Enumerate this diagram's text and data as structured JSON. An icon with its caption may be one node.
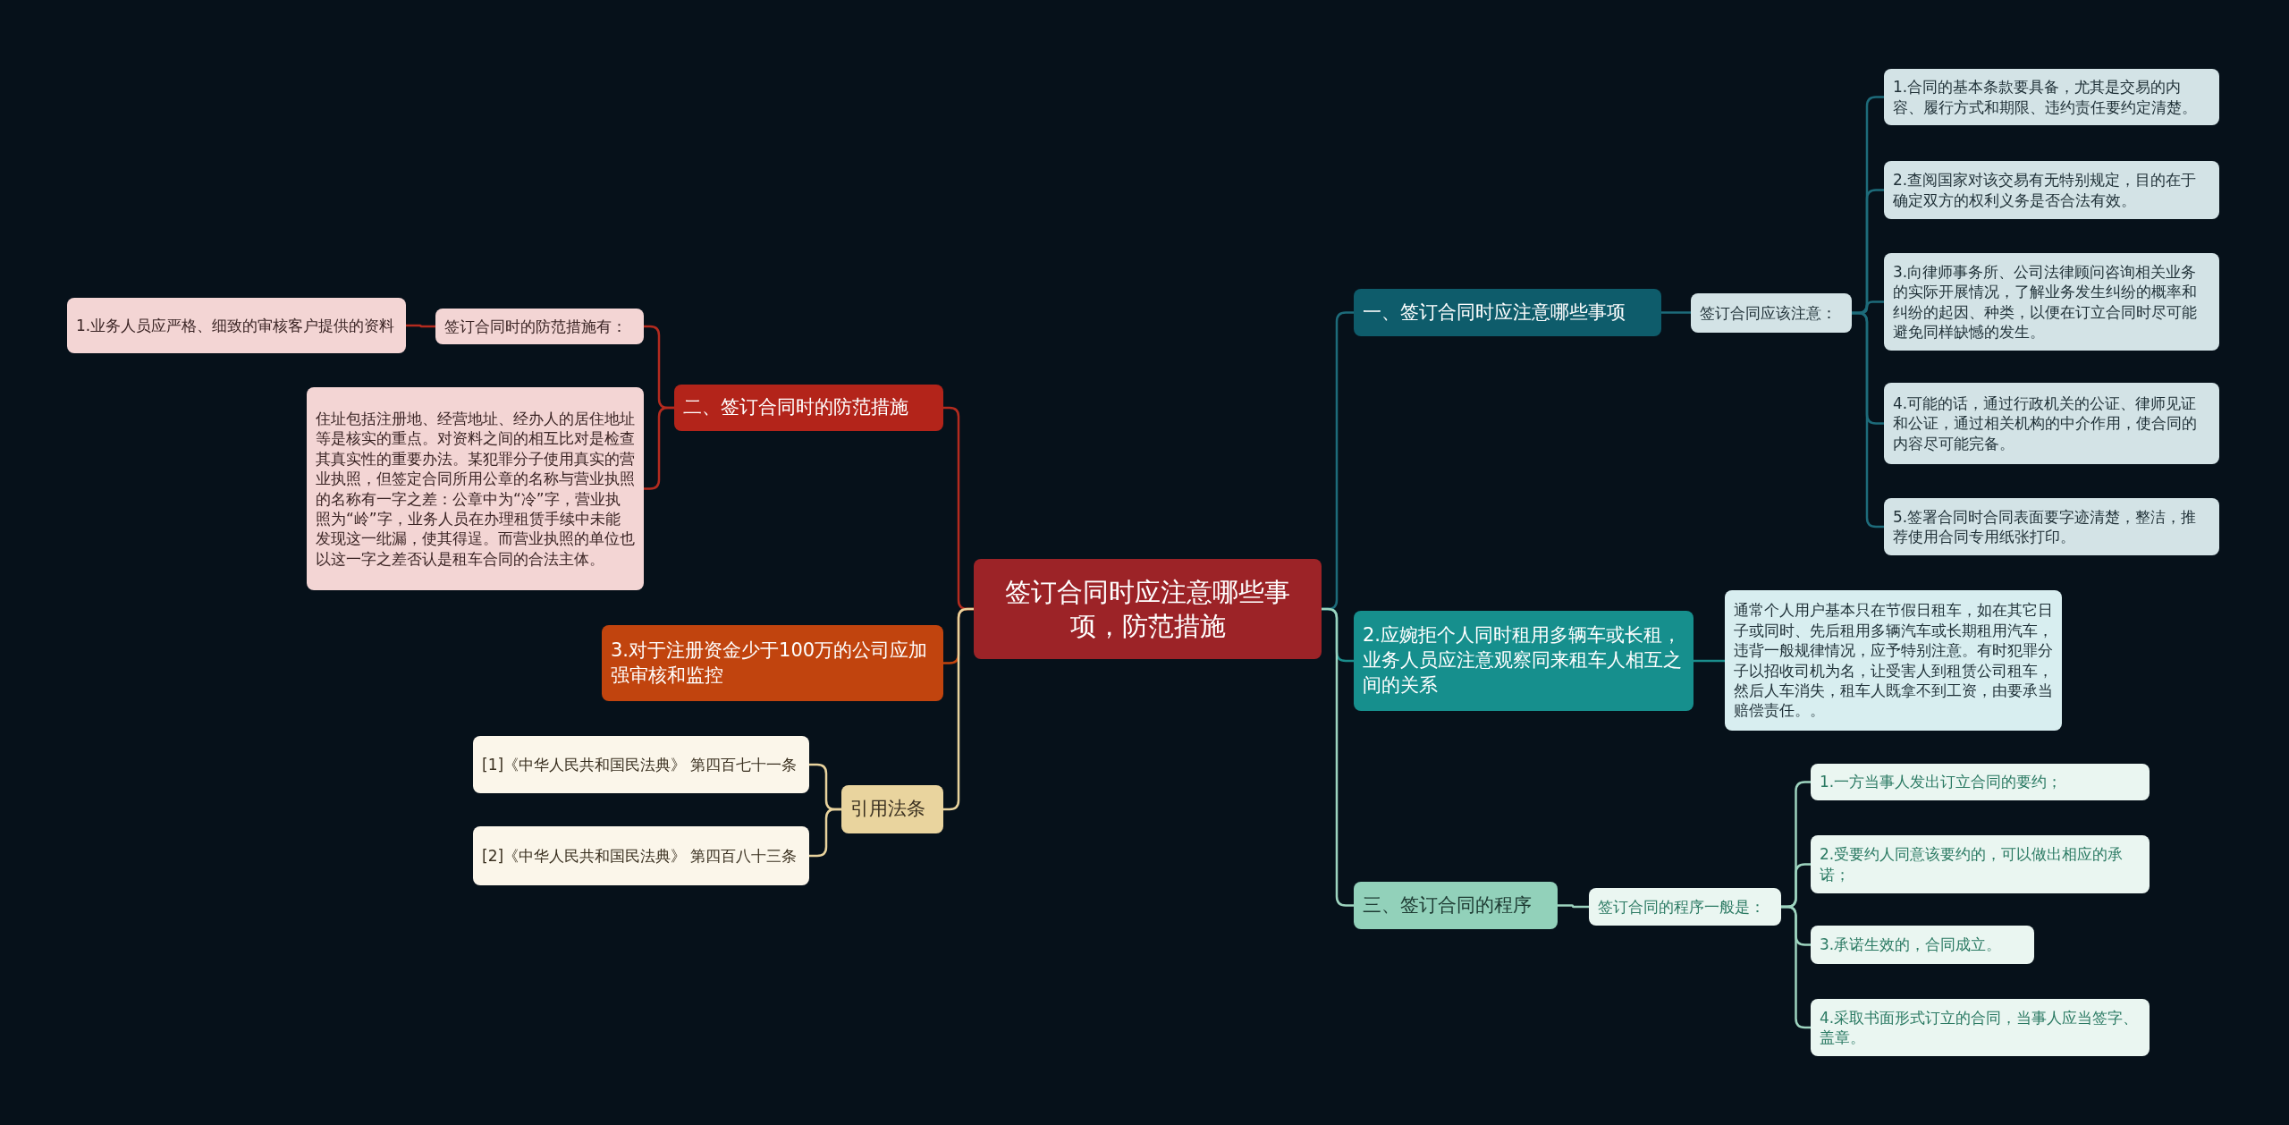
{
  "diagram": {
    "nodes": [
      {
        "text": [
          "签订合同时应注意哪些事项，防范措施"
        ]
      },
      {
        "text": [
          "一、签订合同时应注意哪些事项"
        ]
      },
      {
        "text": [
          "签订合同应该注意："
        ]
      },
      {
        "text": [
          "1.合同的基本条款要具备，尤其是交易的内容、履行方式和期限、违约责任要约定清楚。"
        ]
      },
      {
        "text": [
          "2.查阅国家对该交易有无特别规定，目的在于确定双方的权利义务是否合法有效。"
        ]
      },
      {
        "text": [
          "3.向律师事务所、公司法律顾问咨询相关业务的实际开展情况，了解业务发生纠纷的概率和纠纷的起因、种类，以便在订立合同时尽可能避免同样缺憾的发生。"
        ]
      },
      {
        "text": [
          "4.可能的话，通过行政机关的公证、律师见证和公证，通过相关机构的中介作用，使合同的内容尽可能完备。"
        ]
      },
      {
        "text": [
          "5.签署合同时合同表面要字迹清楚，整洁，推荐使用合同专用纸张打印。"
        ]
      },
      {
        "text": [
          "2.应婉拒个人同时租用多辆车或长租，业务人员应注意观察同来租车人相互之间的关系"
        ]
      },
      {
        "text": [
          "通常个人用户基本只在节假日租车，如在其它日子或同时、先后租用多辆汽车或长期租用汽车，违背一般规律情况，应予特别注意。有时犯罪分子以招收司机为名，让受害人到租赁公司租车，然后人车消失，租车人既拿不到工资，由要承当赔偿责任。。"
        ]
      },
      {
        "text": [
          "三、签订合同的程序"
        ]
      },
      {
        "text": [
          "签订合同的程序一般是："
        ]
      },
      {
        "text": [
          "1.一方当事人发出订立合同的要约；"
        ]
      },
      {
        "text": [
          "2.受要约人同意该要约的，可以做出相应的承诺；"
        ]
      },
      {
        "text": [
          "3.承诺生效的，合同成立。"
        ]
      },
      {
        "text": [
          "4.采取书面形式订立的合同，当事人应当签字、盖章。"
        ]
      },
      {
        "text": [
          "二、签订合同时的防范措施"
        ]
      },
      {
        "text": [
          "签订合同时的防范措施有："
        ]
      },
      {
        "text": [
          "1.业务人员应严格、细致的审核客户提供的资料"
        ]
      },
      {
        "text": [
          "住址包括注册地、经营地址、经办人的居住地址等是核实的重点。对资料之间的相互比对是检查其真实性的重要办法。某犯罪分子使用真实的营业执照，但签定合同所用公章的名称与营业执照的名称有一字之差：公章中为“冷”字，营业执照为“岭”字，业务人员在办理租赁手续中未能发现这一纰漏，使其得逞。而营业执照的单位也以这一字之差否认是租车合同的合法主体。"
        ]
      },
      {
        "text": [
          "3.对于注册资金少于100万的公司应加强审核和监控"
        ]
      },
      {
        "text": [
          "引用法条"
        ]
      },
      {
        "text": [
          "[1]《中华人民共和国民法典》 第四百七十一条"
        ]
      },
      {
        "text": [
          "[2]《中华人民共和国民法典》 第四百八十三条"
        ]
      }
    ],
    "edges": [
      {
        "from": 0,
        "to": 1,
        "arrow": "none",
        "color": "#1d6b7a"
      },
      {
        "from": 1,
        "to": 2,
        "arrow": "none",
        "color": "#1d6b7a"
      },
      {
        "from": 2,
        "to": 3,
        "arrow": "none",
        "color": "#1d6b7a"
      },
      {
        "from": 2,
        "to": 4,
        "arrow": "none",
        "color": "#1d6b7a"
      },
      {
        "from": 2,
        "to": 5,
        "arrow": "none",
        "color": "#1d6b7a"
      },
      {
        "from": 2,
        "to": 6,
        "arrow": "none",
        "color": "#1d6b7a"
      },
      {
        "from": 2,
        "to": 7,
        "arrow": "none",
        "color": "#1d6b7a"
      },
      {
        "from": 0,
        "to": 8,
        "arrow": "none",
        "color": "#1a8d8c"
      },
      {
        "from": 8,
        "to": 9,
        "arrow": "none",
        "color": "#1a8d8c"
      },
      {
        "from": 0,
        "to": 10,
        "arrow": "none",
        "color": "#9dd4bf"
      },
      {
        "from": 10,
        "to": 11,
        "arrow": "none",
        "color": "#9dd4bf"
      },
      {
        "from": 11,
        "to": 12,
        "arrow": "none",
        "color": "#9dd4bf"
      },
      {
        "from": 11,
        "to": 13,
        "arrow": "none",
        "color": "#9dd4bf"
      },
      {
        "from": 11,
        "to": 14,
        "arrow": "none",
        "color": "#9dd4bf"
      },
      {
        "from": 11,
        "to": 15,
        "arrow": "none",
        "color": "#9dd4bf"
      },
      {
        "from": 0,
        "to": 16,
        "arrow": "none",
        "color": "#b32b1f"
      },
      {
        "from": 16,
        "to": 17,
        "arrow": "none",
        "color": "#b32b1f"
      },
      {
        "from": 17,
        "to": 18,
        "arrow": "none",
        "color": "#b32b1f"
      },
      {
        "from": 16,
        "to": 19,
        "arrow": "none",
        "color": "#b32b1f"
      },
      {
        "from": 0,
        "to": 20,
        "arrow": "none",
        "color": "#c1440e"
      },
      {
        "from": 0,
        "to": 21,
        "arrow": "none",
        "color": "#e8d39d"
      },
      {
        "from": 21,
        "to": 22,
        "arrow": "none",
        "color": "#e8d39d"
      },
      {
        "from": 21,
        "to": 23,
        "arrow": "none",
        "color": "#e8d39d"
      }
    ]
  }
}
